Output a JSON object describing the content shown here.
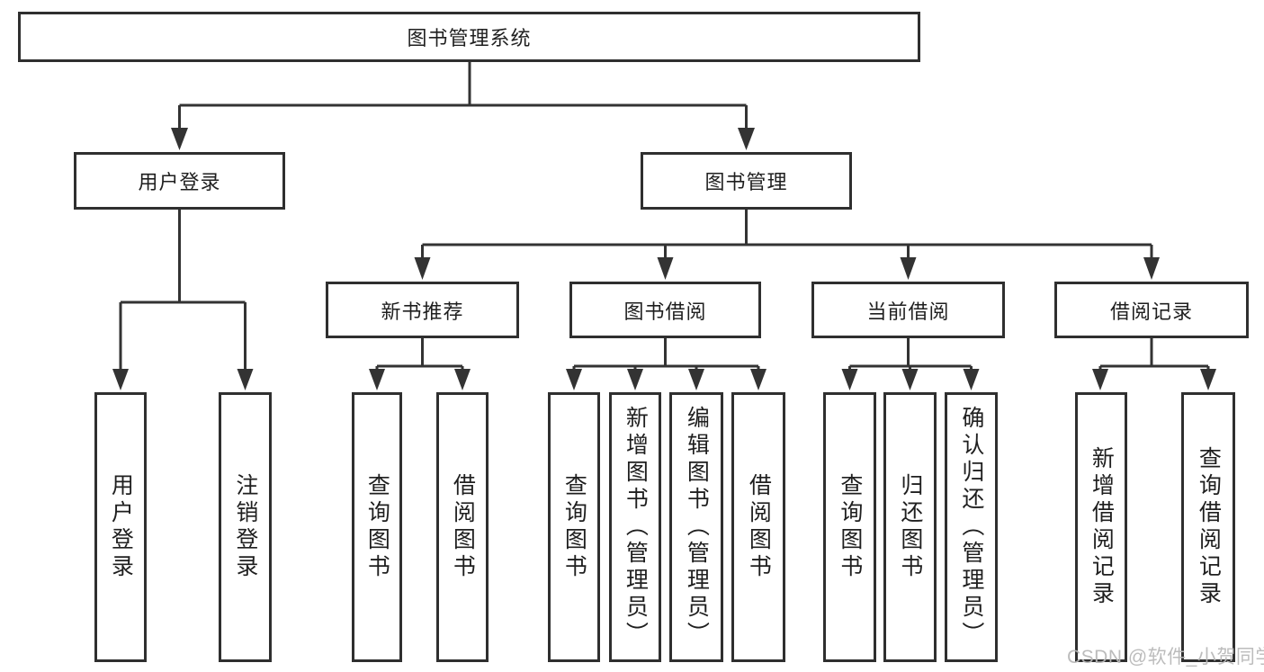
{
  "diagram": {
    "title": "图书管理系统",
    "children": [
      {
        "label": "用户登录",
        "children": [
          {
            "label": "用户登录"
          },
          {
            "label": "注销登录"
          }
        ]
      },
      {
        "label": "图书管理",
        "children": [
          {
            "label": "新书推荐",
            "children": [
              {
                "label": "查询图书"
              },
              {
                "label": "借阅图书"
              }
            ]
          },
          {
            "label": "图书借阅",
            "children": [
              {
                "label": "查询图书"
              },
              {
                "label": "新增图书（管理员）"
              },
              {
                "label": "编辑图书（管理员）"
              },
              {
                "label": "借阅图书"
              }
            ]
          },
          {
            "label": "当前借阅",
            "children": [
              {
                "label": "查询图书"
              },
              {
                "label": "归还图书"
              },
              {
                "label": "确认归还（管理员）"
              }
            ]
          },
          {
            "label": "借阅记录",
            "children": [
              {
                "label": "新增借阅记录"
              },
              {
                "label": "查询借阅记录"
              }
            ]
          }
        ]
      }
    ]
  },
  "watermark": {
    "text": "CSDN @软件_小贺同学"
  },
  "colors": {
    "box_border": "#2f2f2f",
    "connector": "#333333",
    "text": "#1f1f1f",
    "watermark_text": "#b8b8b8",
    "background": "#ffffff"
  }
}
